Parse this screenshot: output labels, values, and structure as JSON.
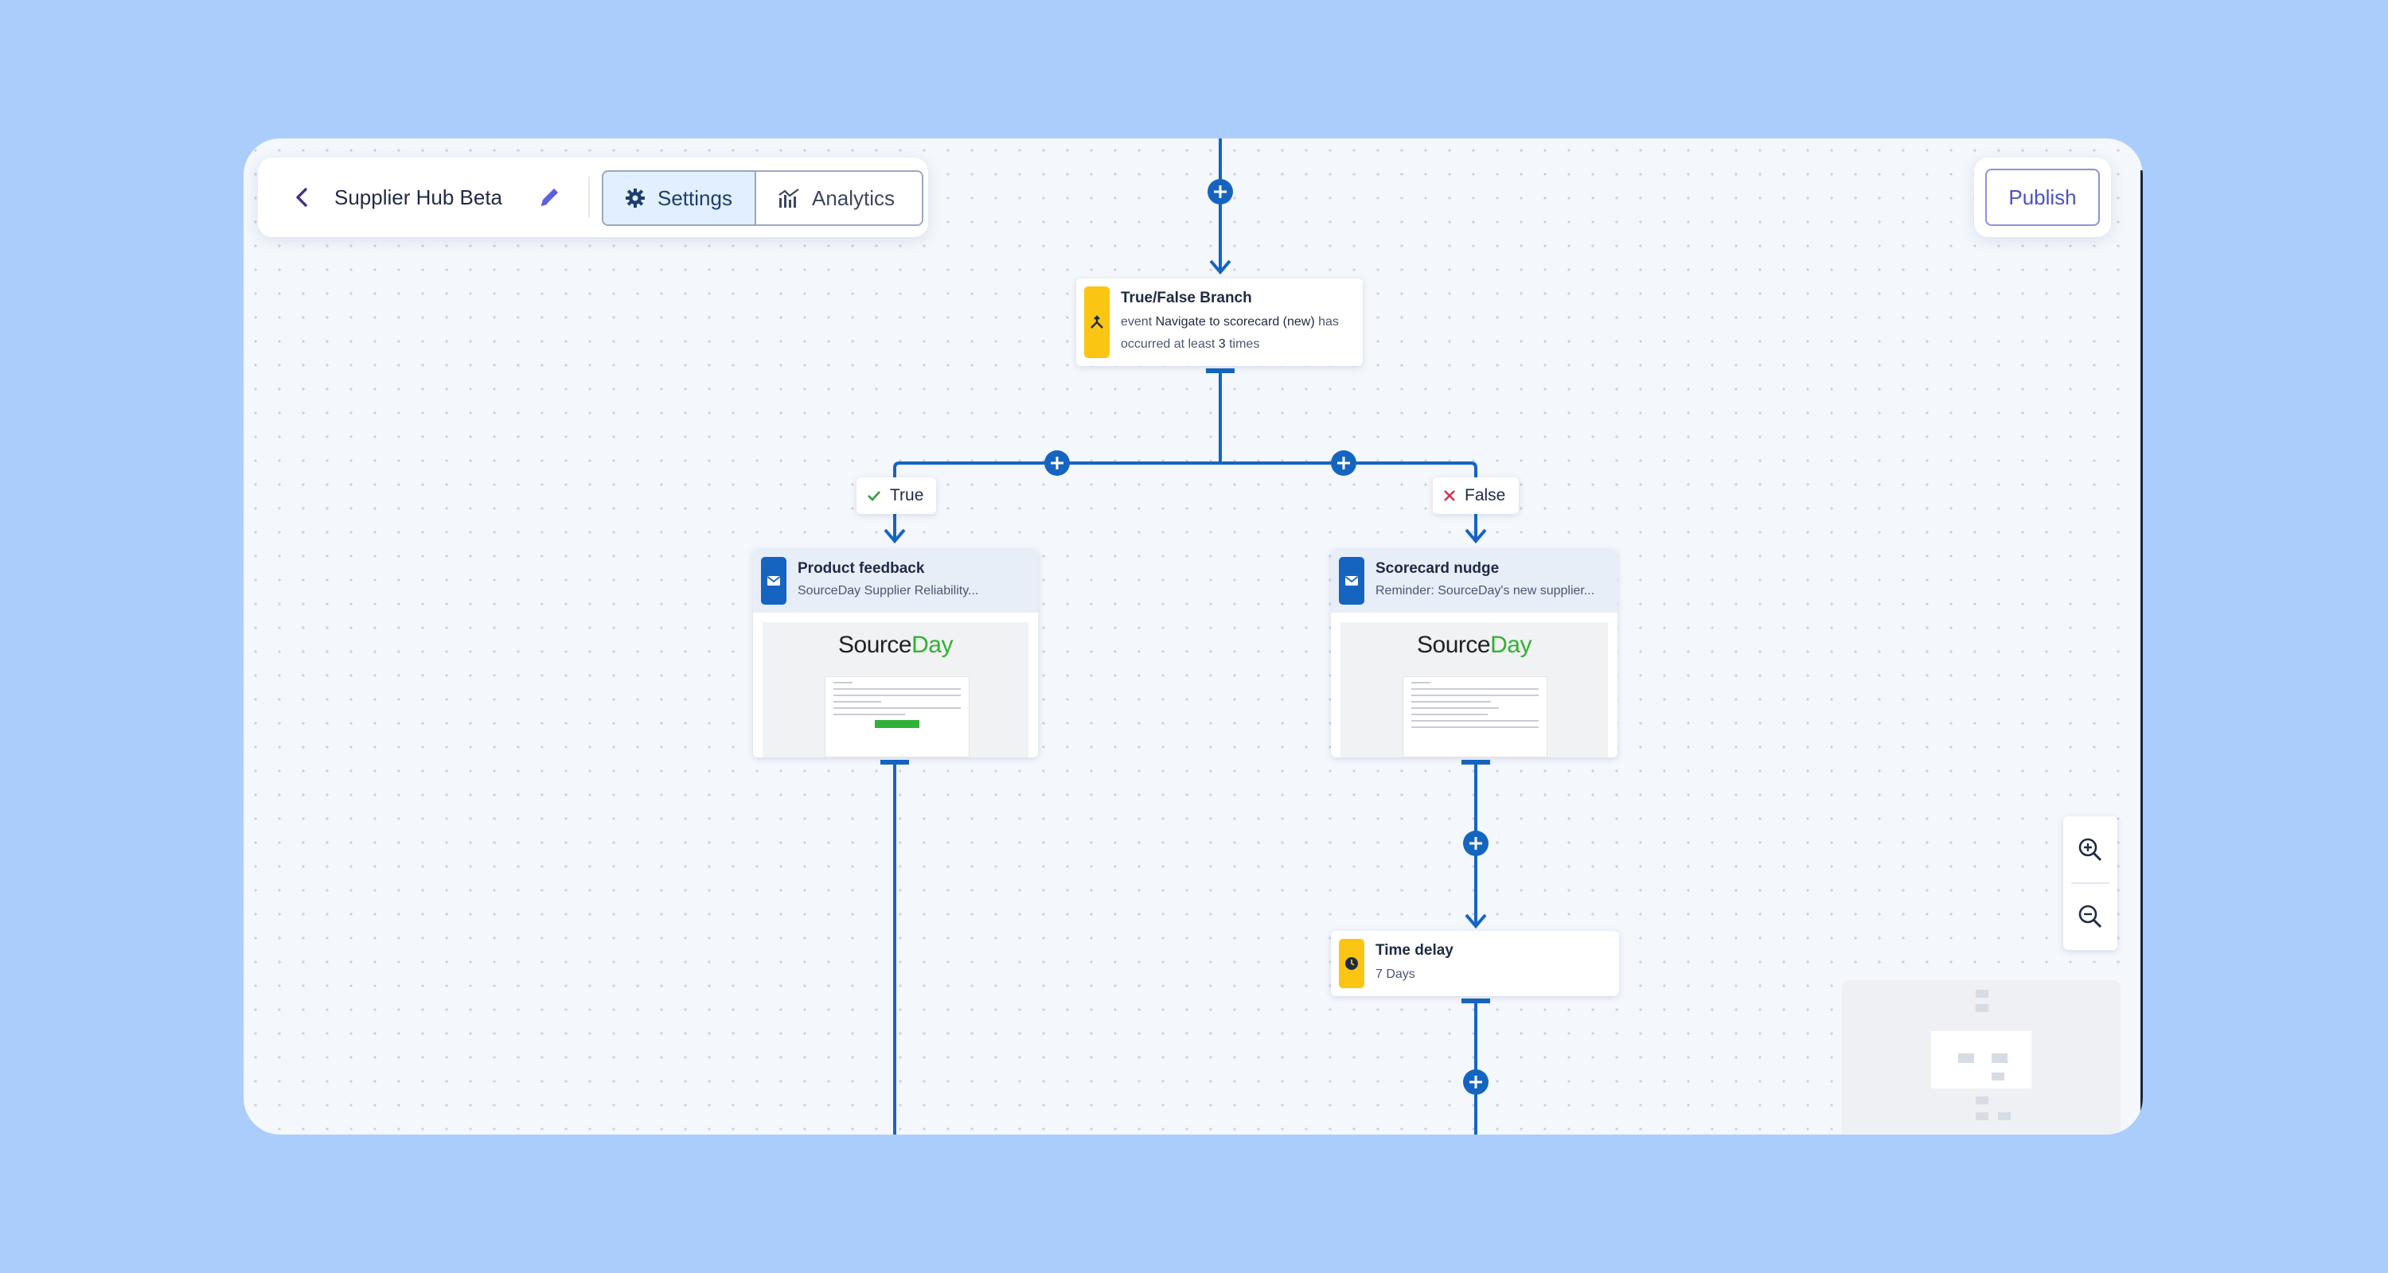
{
  "toolbar": {
    "title": "Supplier Hub Beta",
    "tabs": [
      {
        "label": "Settings",
        "icon": "gear-icon",
        "active": true
      },
      {
        "label": "Analytics",
        "icon": "chart-icon",
        "active": false
      }
    ]
  },
  "publish": {
    "label": "Publish"
  },
  "flow": {
    "branch_node": {
      "title": "True/False Branch",
      "line1_prefix": "event ",
      "event_name": "Navigate to scorecard (new)",
      "line1_suffix": " has",
      "line2_prefix": "occurred at least ",
      "count": "3",
      "line2_suffix": " times",
      "icon": "branch-icon"
    },
    "true_label": "True",
    "false_label": "False",
    "email_true": {
      "title": "Product feedback",
      "subtitle": "SourceDay Supplier Reliability...",
      "icon": "email-icon",
      "brand_a": "Source",
      "brand_b": "Day"
    },
    "email_false": {
      "title": "Scorecard nudge",
      "subtitle": "Reminder: SourceDay's new supplier...",
      "icon": "email-icon",
      "brand_a": "Source",
      "brand_b": "Day"
    },
    "delay_node": {
      "title": "Time delay",
      "subtitle": "7 Days",
      "icon": "clock-icon"
    }
  },
  "colors": {
    "background": "#abcdfc",
    "connector": "#1565c0",
    "accent_yellow": "#fbc513",
    "brand_green": "#2fb12f",
    "publish": "#4a52c4"
  }
}
